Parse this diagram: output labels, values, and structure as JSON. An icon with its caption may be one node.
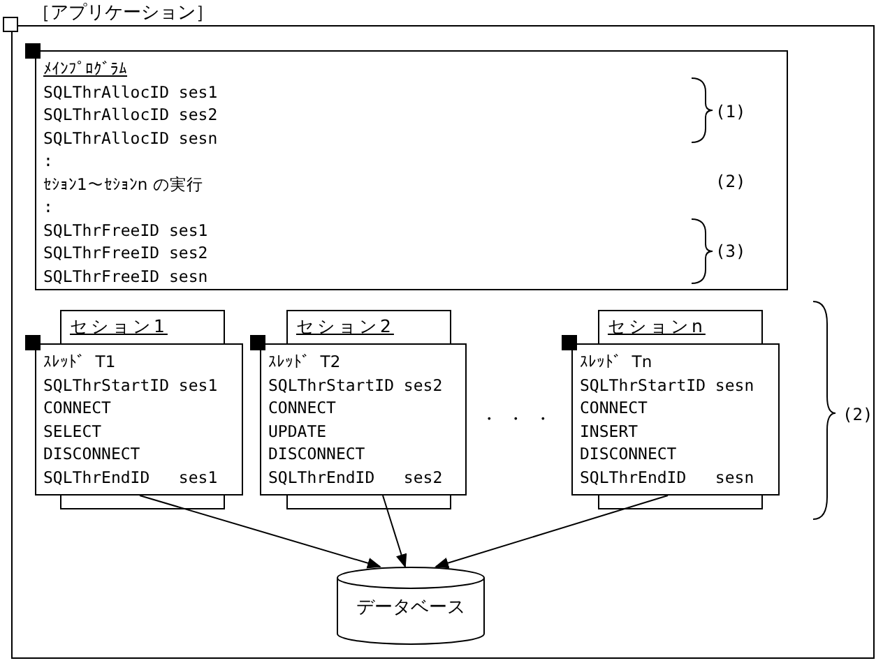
{
  "diagram": {
    "nodes": [
      {
        "text": [
          "［アプリケーション］"
        ]
      },
      {
        "text": [
          "ﾒｲﾝﾌﾟﾛｸﾞﾗﾑ",
          "SQLThrAllocID ses1",
          "SQLThrAllocID ses2",
          "SQLThrAllocID sesn",
          ":",
          "ｾｼｮﾝ1～ｾｼｮﾝn の実行",
          ":",
          "SQLThrFreeID ses1",
          "SQLThrFreeID ses2",
          "SQLThrFreeID sesn"
        ],
        "in": 0
      },
      {
        "text": [
          "セション1"
        ],
        "in": 0
      },
      {
        "text": [
          "ｽﾚｯﾄﾞ  T1",
          "SQLThrStartID ses1",
          "CONNECT",
          "SELECT",
          "DISCONNECT",
          "SQLThrEndID   ses1"
        ],
        "in": 0
      },
      {
        "text": [
          "セション2"
        ],
        "in": 0
      },
      {
        "text": [
          "ｽﾚｯﾄﾞ  T2",
          "SQLThrStartID ses2",
          "CONNECT",
          "UPDATE",
          "DISCONNECT",
          "SQLThrEndID   ses2"
        ],
        "in": 0
      },
      {
        "text": [
          "セションn"
        ],
        "in": 0
      },
      {
        "text": [
          "ｽﾚｯﾄﾞ  Tn",
          "SQLThrStartID sesn",
          "CONNECT",
          "INSERT",
          "DISCONNECT",
          "SQLThrEndID   sesn"
        ],
        "in": 0
      },
      {
        "text": [
          "データベース"
        ],
        "in": 0
      }
    ],
    "edges": [
      {
        "from": 3,
        "to": 8,
        "arrow": "to"
      },
      {
        "from": 5,
        "to": 8,
        "arrow": "to"
      },
      {
        "from": 7,
        "to": 8,
        "arrow": "to"
      }
    ],
    "labels": [
      "(1)",
      "(2)",
      "(3)",
      "・ ・ ・",
      "(2)"
    ]
  }
}
